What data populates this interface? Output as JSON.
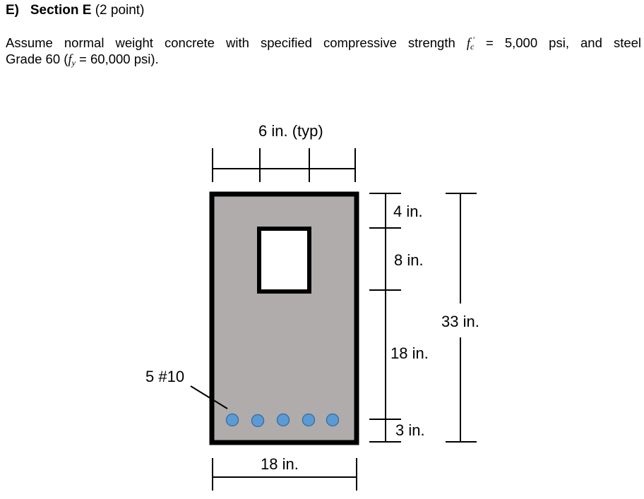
{
  "heading": {
    "label": "E)",
    "section": "Section E",
    "points": "(2 point)"
  },
  "problem": {
    "line1_prefix": "Assume normal weight concrete with specified compressive strength",
    "fc_symbol": "f",
    "fc_sub": "c",
    "fc_prime": "′",
    "fc_value": "= 5,000 psi, and steel",
    "line2_prefix": "Grade 60 (",
    "fy_symbol": "f",
    "fy_sub": "y",
    "fy_value": "= 60,000 psi)."
  },
  "figure": {
    "concrete_color": "#b0acab",
    "rebar_color": "#5b9bd5",
    "rebar_stroke": "#41719c",
    "labels": {
      "top_spacing": "6 in. (typ)",
      "dim_4": "4 in.",
      "dim_8": "8 in.",
      "dim_18_vertical": "18 in.",
      "dim_3": "3 in.",
      "dim_33": "33 in.",
      "width": "18 in.",
      "rebar": "5 #10"
    },
    "rebar_count": 5
  }
}
